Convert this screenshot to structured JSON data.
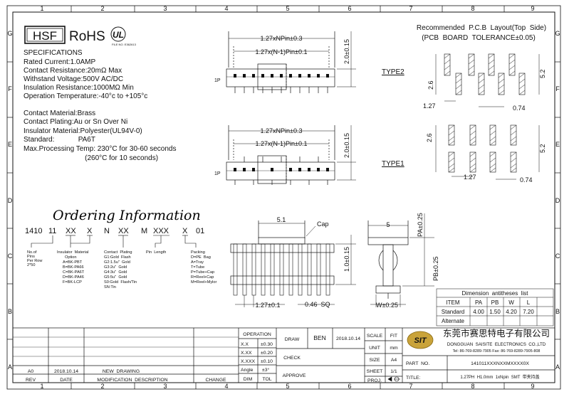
{
  "frame": {
    "columns": [
      "1",
      "2",
      "3",
      "4",
      "5",
      "6",
      "7",
      "8",
      "9"
    ],
    "rows": [
      "G",
      "F",
      "E",
      "D",
      "C",
      "B",
      "A"
    ]
  },
  "logo": {
    "hsf": "HSF",
    "rohs": "RoHS",
    "ul_mark": "UL",
    "file_no": "FILE NO. E362613"
  },
  "specifications": {
    "heading": "SPECIFICATIONS",
    "lines": [
      "Rated Current:1.0AMP",
      "Contact Resistance:20mΩ Max",
      "Withstand Voltage:500V AC/DC",
      "Insulation Resistance:1000MΩ Min",
      "Operation Temperature:-40°c to +105°c"
    ],
    "materials": [
      "Contact Material:Brass",
      "Contact Plating:Au or Sn Over Ni",
      "Insulator Material:Polyester(UL94V-0)",
      "Standard:            PA6T",
      "Max.Processing Temp: 230°C for 30-60 seconds",
      "                               (260°C for 10 seconds)"
    ]
  },
  "ordering": {
    "title": "Ordering Information",
    "code_parts": [
      "1410",
      "11",
      "XX",
      "X",
      "N",
      "XX",
      "M",
      "XXX",
      "X",
      "01"
    ],
    "pins": [
      "No.of",
      "Pins",
      "Per Row",
      "2*50"
    ],
    "insulator": [
      "Insulator  Material",
      "Option",
      "A=BK-PBT",
      "B=BK-PA66",
      "C=BK-PA6T",
      "D=BK-PA46",
      "F=BK-LCP"
    ],
    "plating": [
      "Contact  Plating",
      "G1:Gold  Flash",
      "G2:1.5u\"  Gold",
      "G3:2u\"  Gold",
      "G4:3u\"  Gold",
      "G5:5u\"  Gold",
      "S0:Gold  Flash/Tin",
      "SN:Tin"
    ],
    "pin_length": "Pin  Length",
    "packing": [
      "Packing",
      "D=PE  Bag",
      "A=Tray",
      "T=Tube",
      "P=Tube+Cap",
      "R=Reel+Cap",
      "M=Reel+Mylor"
    ]
  },
  "views": {
    "type2": {
      "label": "TYPE2",
      "dim_total": "1.27xNPin±0.3",
      "dim_pitch": "1.27x(N-1)Pin±0.1",
      "dim_height": "2.0±0.15",
      "pin1": "1P"
    },
    "type1": {
      "label": "TYPE1",
      "dim_total": "1.27xNPin±0.3",
      "dim_pitch": "1.27x(N-1)Pin±0.1",
      "dim_height": "2.0±0.15",
      "pin1": "1P"
    },
    "front": {
      "cap": "Cap",
      "dim_cap": "5.1",
      "dim_height": "1.0±0.15",
      "dim_pitch": "1.27±0.1",
      "dim_sq": "0.46  SQ"
    },
    "side": {
      "dim_width": "5",
      "pa": "PA±0.25",
      "pb": "PB±0.25",
      "w": "W±0.25"
    }
  },
  "pcb": {
    "title1": "Recommended  P.C.B  Layout(Top  Side)",
    "title2": "(PCB  BOARD  TOLERANCE±0.05)",
    "type2": {
      "d1": "2.6",
      "d2": "5.2",
      "d3": "1.27",
      "d4": "0.74"
    },
    "type1": {
      "d1": "2.6",
      "d2": "5.2",
      "d3": "1.27",
      "d4": "0.74"
    }
  },
  "antitheses": {
    "title": "Dimension  antitheses  list",
    "headers": [
      "ITEM",
      "PA",
      "PB",
      "W",
      "L"
    ],
    "rows": [
      [
        "Standard",
        "4.00",
        "1.50",
        "4.20",
        "7.20"
      ],
      [
        "Alternate",
        "",
        "",
        "",
        ""
      ]
    ]
  },
  "titleblock": {
    "revision": {
      "rev": "A0",
      "date": "2018.10.14",
      "desc": "NEW  DRAWING"
    },
    "headers": [
      "REV",
      "DATE",
      "MODIFICATION  DESCRIPTION",
      "CHANGE"
    ],
    "operation": "OPERATION",
    "tolerances": [
      [
        "X.X",
        "±0.30"
      ],
      [
        "X.XX",
        "±0.20"
      ],
      [
        "X.XXX",
        "±0.10"
      ],
      [
        "Angle",
        "±3°"
      ]
    ],
    "dim": "DIM",
    "tol": "TOL",
    "draw": "DRAW",
    "drawer": "BEN",
    "draw_date": "2018.10.14",
    "check": "CHECK",
    "approve": "APPROVE",
    "scale": "SCALE",
    "scale_val": "FIT",
    "unit": "UNIT",
    "unit_val": "mm",
    "size": "SIZE",
    "size_val": "A4",
    "sheet": "SHEET",
    "sheet_val": "1/1",
    "proj": "PROJ.",
    "company_cn": "东莞市赛思特电子有限公司",
    "company_en": "DONGGUAN  SAISITE  ELECTRONICS  CO.,LTD",
    "company_tel": "Tel: 86-769-8289-7905 Fax: 86-769-8289-7905-808",
    "company_logo": "SIT",
    "part_no_label": "PART  NO.",
    "part_no": "141011XXXNXXMXXXX0X",
    "title_label": "TITLE:",
    "title": "1.27PH  H1.0mm  1xNpin  SMT  带夹持盖"
  }
}
